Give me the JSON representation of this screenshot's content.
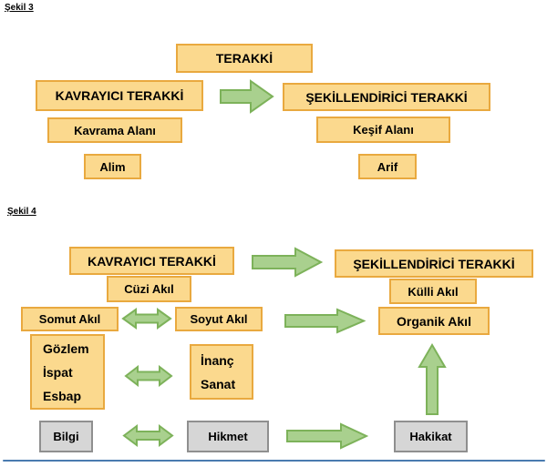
{
  "colors": {
    "box_fill": "#FBD98E",
    "box_border": "#E9A93F",
    "arrow_fill": "#A9D08E",
    "arrow_border": "#7DB25A",
    "gray_fill": "#D6D6D6",
    "gray_border": "#8F8F8F",
    "divider": "#4A7BB0"
  },
  "figure3": {
    "label": "Şekil 3",
    "terakki": "TERAKKİ",
    "kavrayici": "KAVRAYICI TERAKKİ",
    "sekillendirici": "ŞEKİLLENDİRİCİ TERAKKİ",
    "kavrama_alani": "Kavrama Alanı",
    "kesif_alani": "Keşif Alanı",
    "alim": "Alim",
    "arif": "Arif"
  },
  "figure4": {
    "label": "Şekil 4",
    "kavrayici": "KAVRAYICI TERAKKİ",
    "sekillendirici": "ŞEKİLLENDİRİCİ TERAKKİ",
    "cuzi_akil": "Cüzi Akıl",
    "kulli_akil": "Külli Akıl",
    "somut_akil": "Somut Akıl",
    "soyut_akil": "Soyut Akıl",
    "organik_akil": "Organik Akıl",
    "gozlem_lines": [
      "Gözlem",
      "İspat",
      "Esbap"
    ],
    "inanc_lines": [
      "İnanç",
      "Sanat"
    ],
    "bilgi": "Bilgi",
    "hikmet": "Hikmet",
    "hakikat": "Hakikat"
  }
}
